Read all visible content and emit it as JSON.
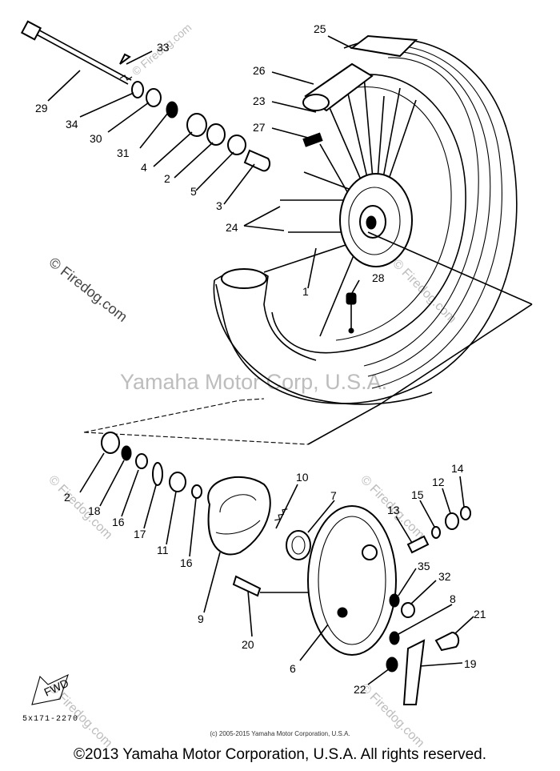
{
  "watermarks": {
    "center": "Yamaha Motor Corp, U.S.A.",
    "firedog": "© Firedog.com"
  },
  "labels": {
    "p1": "1",
    "p2a": "2",
    "p2b": "2",
    "p3": "3",
    "p4": "4",
    "p5": "5",
    "p6": "6",
    "p7": "7",
    "p8": "8",
    "p9": "9",
    "p10": "10",
    "p11": "11",
    "p12": "12",
    "p13": "13",
    "p14": "14",
    "p15": "15",
    "p16a": "16",
    "p16b": "16",
    "p17": "17",
    "p18": "18",
    "p19": "19",
    "p20": "20",
    "p21": "21",
    "p22": "22",
    "p23": "23",
    "p24": "24",
    "p25": "25",
    "p26": "26",
    "p27": "27",
    "p28": "28",
    "p29": "29",
    "p30": "30",
    "p31": "31",
    "p32": "32",
    "p33": "33",
    "p34": "34",
    "p35": "35"
  },
  "drawing_code": "5x171-2270",
  "small_copyright": "(c) 2005-2015 Yamaha Motor Corporation, U.S.A.",
  "copyright": "©2013 Yamaha Motor Corporation, U.S.A. All rights reserved.",
  "fwd_mark": "FWD"
}
